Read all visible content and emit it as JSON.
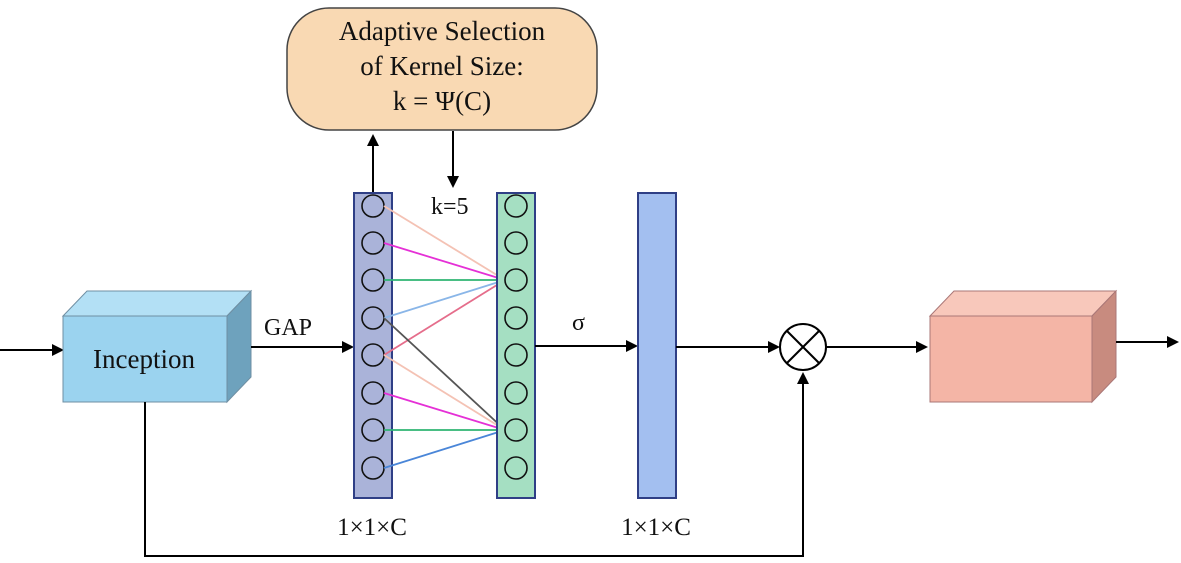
{
  "selection_box": {
    "line1": "Adaptive Selection",
    "line2": "of Kernel Size:",
    "line3": "k = Ψ(C)"
  },
  "inception_label": "Inception",
  "gap_label": "GAP",
  "kernel_label": "k=5",
  "sigma_label": "σ",
  "dims_left": "1×1×C",
  "dims_right": "1×1×C",
  "multiply_symbol": "multiply-icon",
  "colors": {
    "selection_fill": "#f9d9b3",
    "inception_front": "#9bd3ef",
    "inception_top": "#b3e0f5",
    "inception_side": "#6ea2bd",
    "gap_column": "#aab3d9",
    "conv_column": "#a5dfc2",
    "sigmoid_bar": "#a3bff0",
    "output_front": "#f4b5a6",
    "output_top": "#f8c8bb",
    "output_side": "#c88b7f",
    "connection_colors": [
      "#f4c2b4",
      "#e530d6",
      "#2fb573",
      "#8ab6e8",
      "#e56d8b",
      "#555555",
      "#f4c2b4",
      "#e530d6",
      "#2fb573",
      "#4a86d8"
    ]
  }
}
